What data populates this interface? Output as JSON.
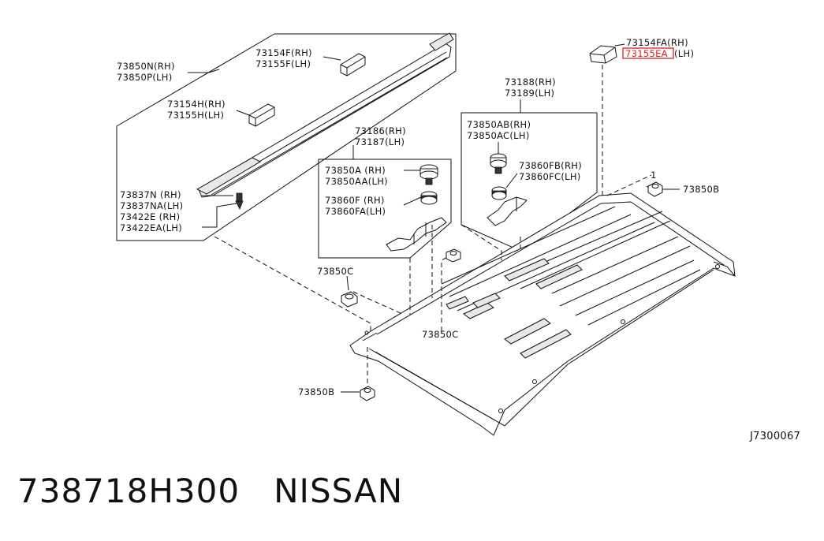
{
  "labels": {
    "l73850n_rh": "73850N(RH)",
    "l73850p_lh": "73850P(LH)",
    "l73154f_rh": "73154F(RH)",
    "l73155f_lh": "73155F(LH)",
    "l73154h_rh": "73154H(RH)",
    "l73155h_lh": "73155H(LH)",
    "l73837n_rh": "73837N (RH)",
    "l73837na_lh": "73837NA(LH)",
    "l73422e_rh": "73422E (RH)",
    "l73422ea_lh": "73422EA(LH)",
    "l73186_rh": "73186(RH)",
    "l73187_lh": "73187(LH)",
    "l73850a_rh": "73850A (RH)",
    "l73850aa_lh": "73850AA(LH)",
    "l73860f_rh": "73860F (RH)",
    "l73860fa_lh": "73860FA(LH)",
    "l73188_rh": "73188(RH)",
    "l73189_lh": "73189(LH)",
    "l73850ab_rh": "73850AB(RH)",
    "l73850ac_lh": "73850AC(LH)",
    "l73860fb_rh": "73860FB(RH)",
    "l73860fc_lh": "73860FC(LH)",
    "l73154fa_rh": "73154FA(RH)",
    "l73155ea_part": "73155EA",
    "l73155ea_lh": "(LH)",
    "l73850b_right": "73850B",
    "l73850c_left": "73850C",
    "l73850c_center": "73850C",
    "l73850b_bottom": "73850B",
    "marker_1": "1",
    "diagram_code": "J7300067"
  },
  "highlight_color": "#e02020",
  "footer": {
    "part_number": "738718H300",
    "brand": "NISSAN"
  }
}
